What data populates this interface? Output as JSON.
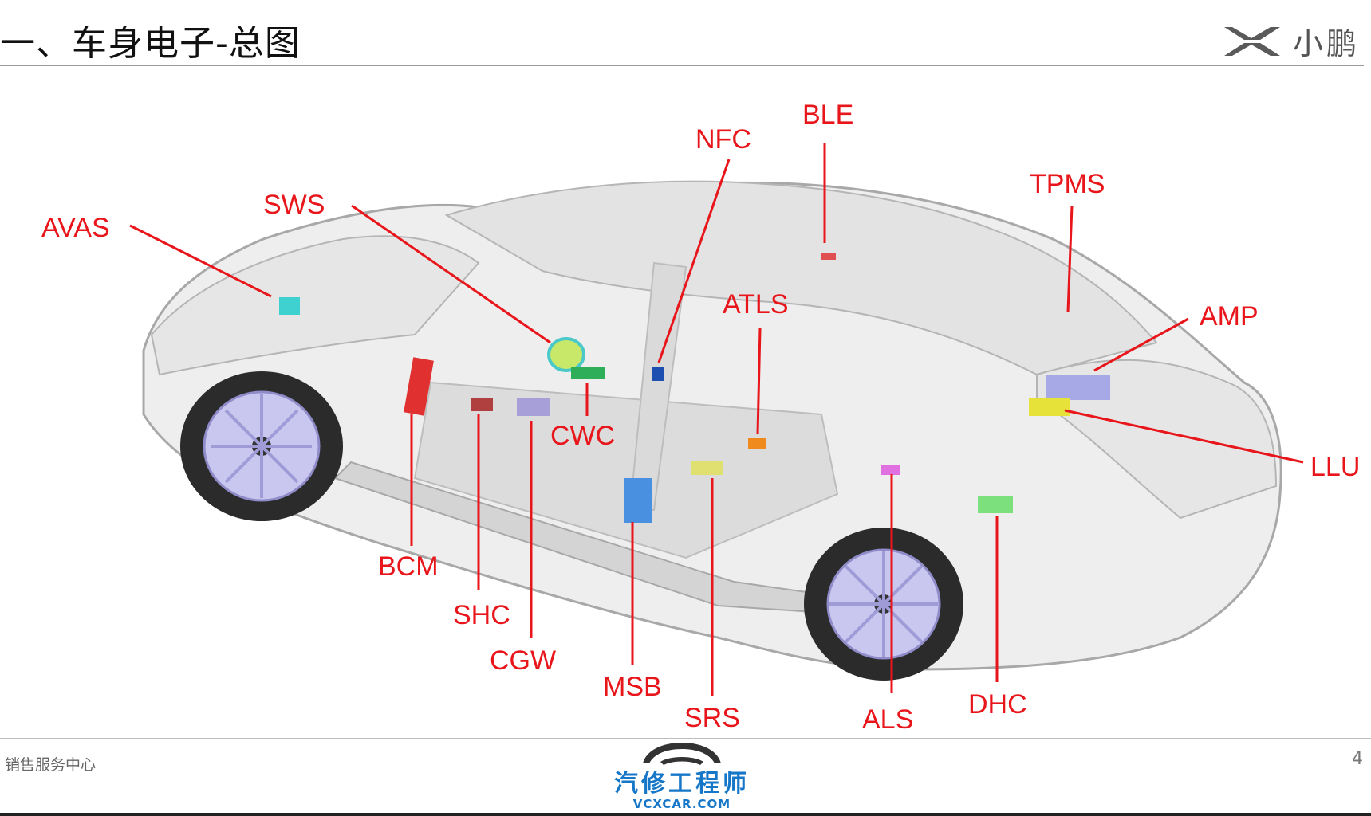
{
  "header": {
    "title": "一、车身电子-总图",
    "brand_text": "小鹏"
  },
  "labels": {
    "avas": "AVAS",
    "sws": "SWS",
    "nfc": "NFC",
    "ble": "BLE",
    "tpms": "TPMS",
    "atls": "ATLS",
    "amp": "AMP",
    "cwc": "CWC",
    "llu": "LLU",
    "bcm": "BCM",
    "shc": "SHC",
    "cgw": "CGW",
    "msb": "MSB",
    "srs": "SRS",
    "als": "ALS",
    "dhc": "DHC"
  },
  "footer": {
    "left_text": "销售服务中心",
    "page_number": "4",
    "watermark_cn": "汽修工程师",
    "watermark_url": "VCXCAR.COM"
  },
  "colors": {
    "label": "#e8151b",
    "avas_module": "#3fd0d0",
    "sws_module": "#c8e86a",
    "nfc_module": "#1c4fb0",
    "ble_module": "#e05050",
    "cwc_module": "#2fae5a",
    "atls_module": "#f08a1c",
    "amp_module": "#a7a9e6",
    "llu_module": "#e6e23a",
    "bcm_module": "#e03030",
    "shc_module": "#b04040",
    "cgw_module": "#a79fd8",
    "msb_module": "#4a90e0",
    "srs_module": "#e0e070",
    "als_module": "#e070e0",
    "dhc_module": "#7ce07c",
    "wheel": "#c9c6f0"
  }
}
